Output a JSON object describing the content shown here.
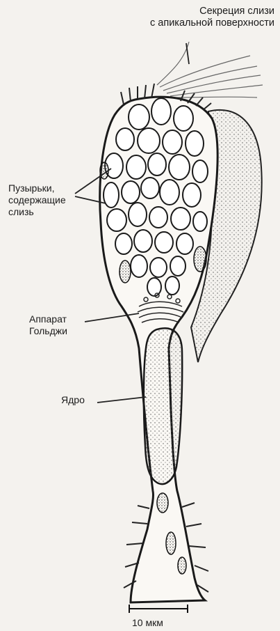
{
  "labels": {
    "mucus_secretion": [
      "Секреция слизи",
      "с апикальной поверхности"
    ],
    "vesicles": [
      "Пузырьки,",
      "содержащие",
      "слизь"
    ],
    "golgi": [
      "Аппарат",
      "Гольджи"
    ],
    "nucleus": "Ядро",
    "scale": "10 мкм"
  }
}
